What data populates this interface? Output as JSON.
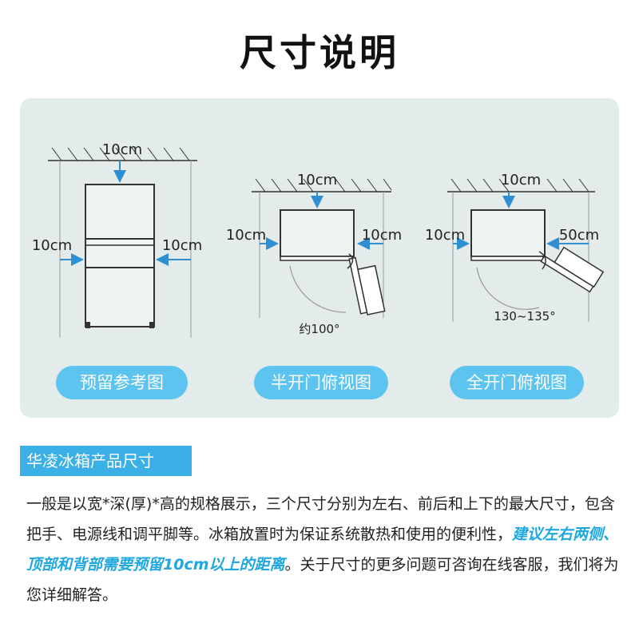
{
  "title": "尺寸说明",
  "diagrams": [
    {
      "caption": "预留参考图",
      "labels": {
        "top": "10cm",
        "left": "10cm",
        "right": "10cm"
      }
    },
    {
      "caption": "半开门俯视图",
      "labels": {
        "top": "10cm",
        "left": "10cm",
        "right": "10cm",
        "angle": "约100°"
      }
    },
    {
      "caption": "全开门俯视图",
      "labels": {
        "top": "10cm",
        "left": "10cm",
        "right": "50cm",
        "angle": "130~135°"
      }
    }
  ],
  "section_title": "华凌冰箱产品尺寸",
  "description": {
    "part1": "一般是以宽*深(厚)*高的规格展示，三个尺寸分别为左右、前后和上下的最大尺寸，包含把手、电源线和调平脚等。冰箱放置时为保证系统散热和使用的便利性，",
    "highlight": "建议左右两侧、顶部和背部需要预留10cm以上的距离",
    "part2": "。关于尺寸的更多问题可咨询在线客服，我们将为您详细解答。"
  },
  "colors": {
    "accent": "#3ab0e6",
    "pill": "#5cc4ee",
    "panel": "#e3ebeb",
    "arrow": "#2f8fd0"
  }
}
